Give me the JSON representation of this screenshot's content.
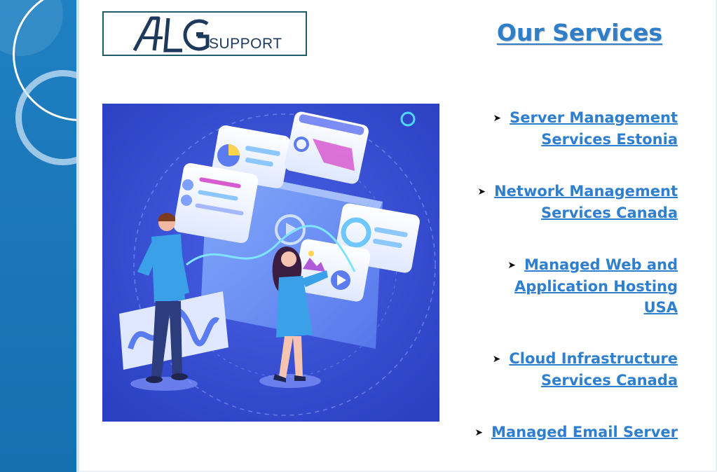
{
  "logo": {
    "mark": "ALG",
    "text": "SUPPORT"
  },
  "title": "Our Services",
  "services": [
    {
      "lines": [
        "Server Management",
        "Services Estonia"
      ]
    },
    {
      "lines": [
        "Network Management",
        "Services Canada"
      ]
    },
    {
      "lines": [
        "Managed Web and",
        "Application Hosting",
        "USA"
      ]
    },
    {
      "lines": [
        "Cloud Infrastructure",
        "Services Canada"
      ]
    },
    {
      "lines": [
        "Managed Email Server"
      ]
    }
  ],
  "icons": {
    "bullet": "arrowhead-bullet-icon"
  },
  "colors": {
    "side_band": "#1a75b6",
    "link": "#2f7fd0",
    "title": "#2e7ec9",
    "hero_bg": "#3250d4",
    "logo_border": "#1f5d6b"
  }
}
